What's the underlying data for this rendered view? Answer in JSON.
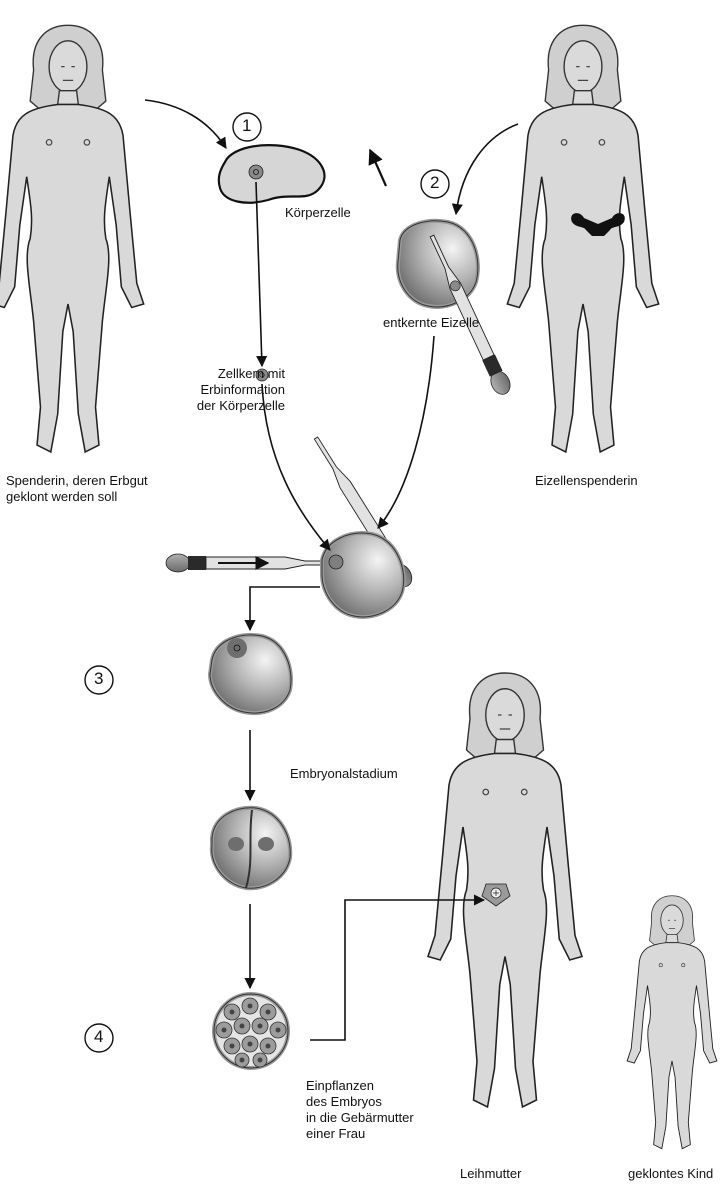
{
  "steps": [
    "1",
    "2",
    "3",
    "4"
  ],
  "labels": {
    "donor": "Spenderin, deren Erbgut\ngeklont werden soll",
    "egg_donor": "Eizellenspenderin",
    "body_cell": "Körperzelle",
    "enucleated_egg": "entkernte Eizelle",
    "nucleus": "Zellkern mit\nErbinformation\nder Körperzelle",
    "embryo_stage": "Embryonalstadium",
    "implant": "Einpflanzen\ndes Embryos\nin die Gebärmutter\neiner Frau",
    "surrogate": "Leihmutter",
    "clone_child": "geklontes Kind"
  },
  "colors": {
    "figure_fill": "#d9d9d9",
    "outline": "#1a1a1a",
    "cell_dark": "#7a7a7a",
    "cell_light": "#f2f2f2",
    "pipette_bulb": "#8f8f8f",
    "background": "#ffffff"
  }
}
